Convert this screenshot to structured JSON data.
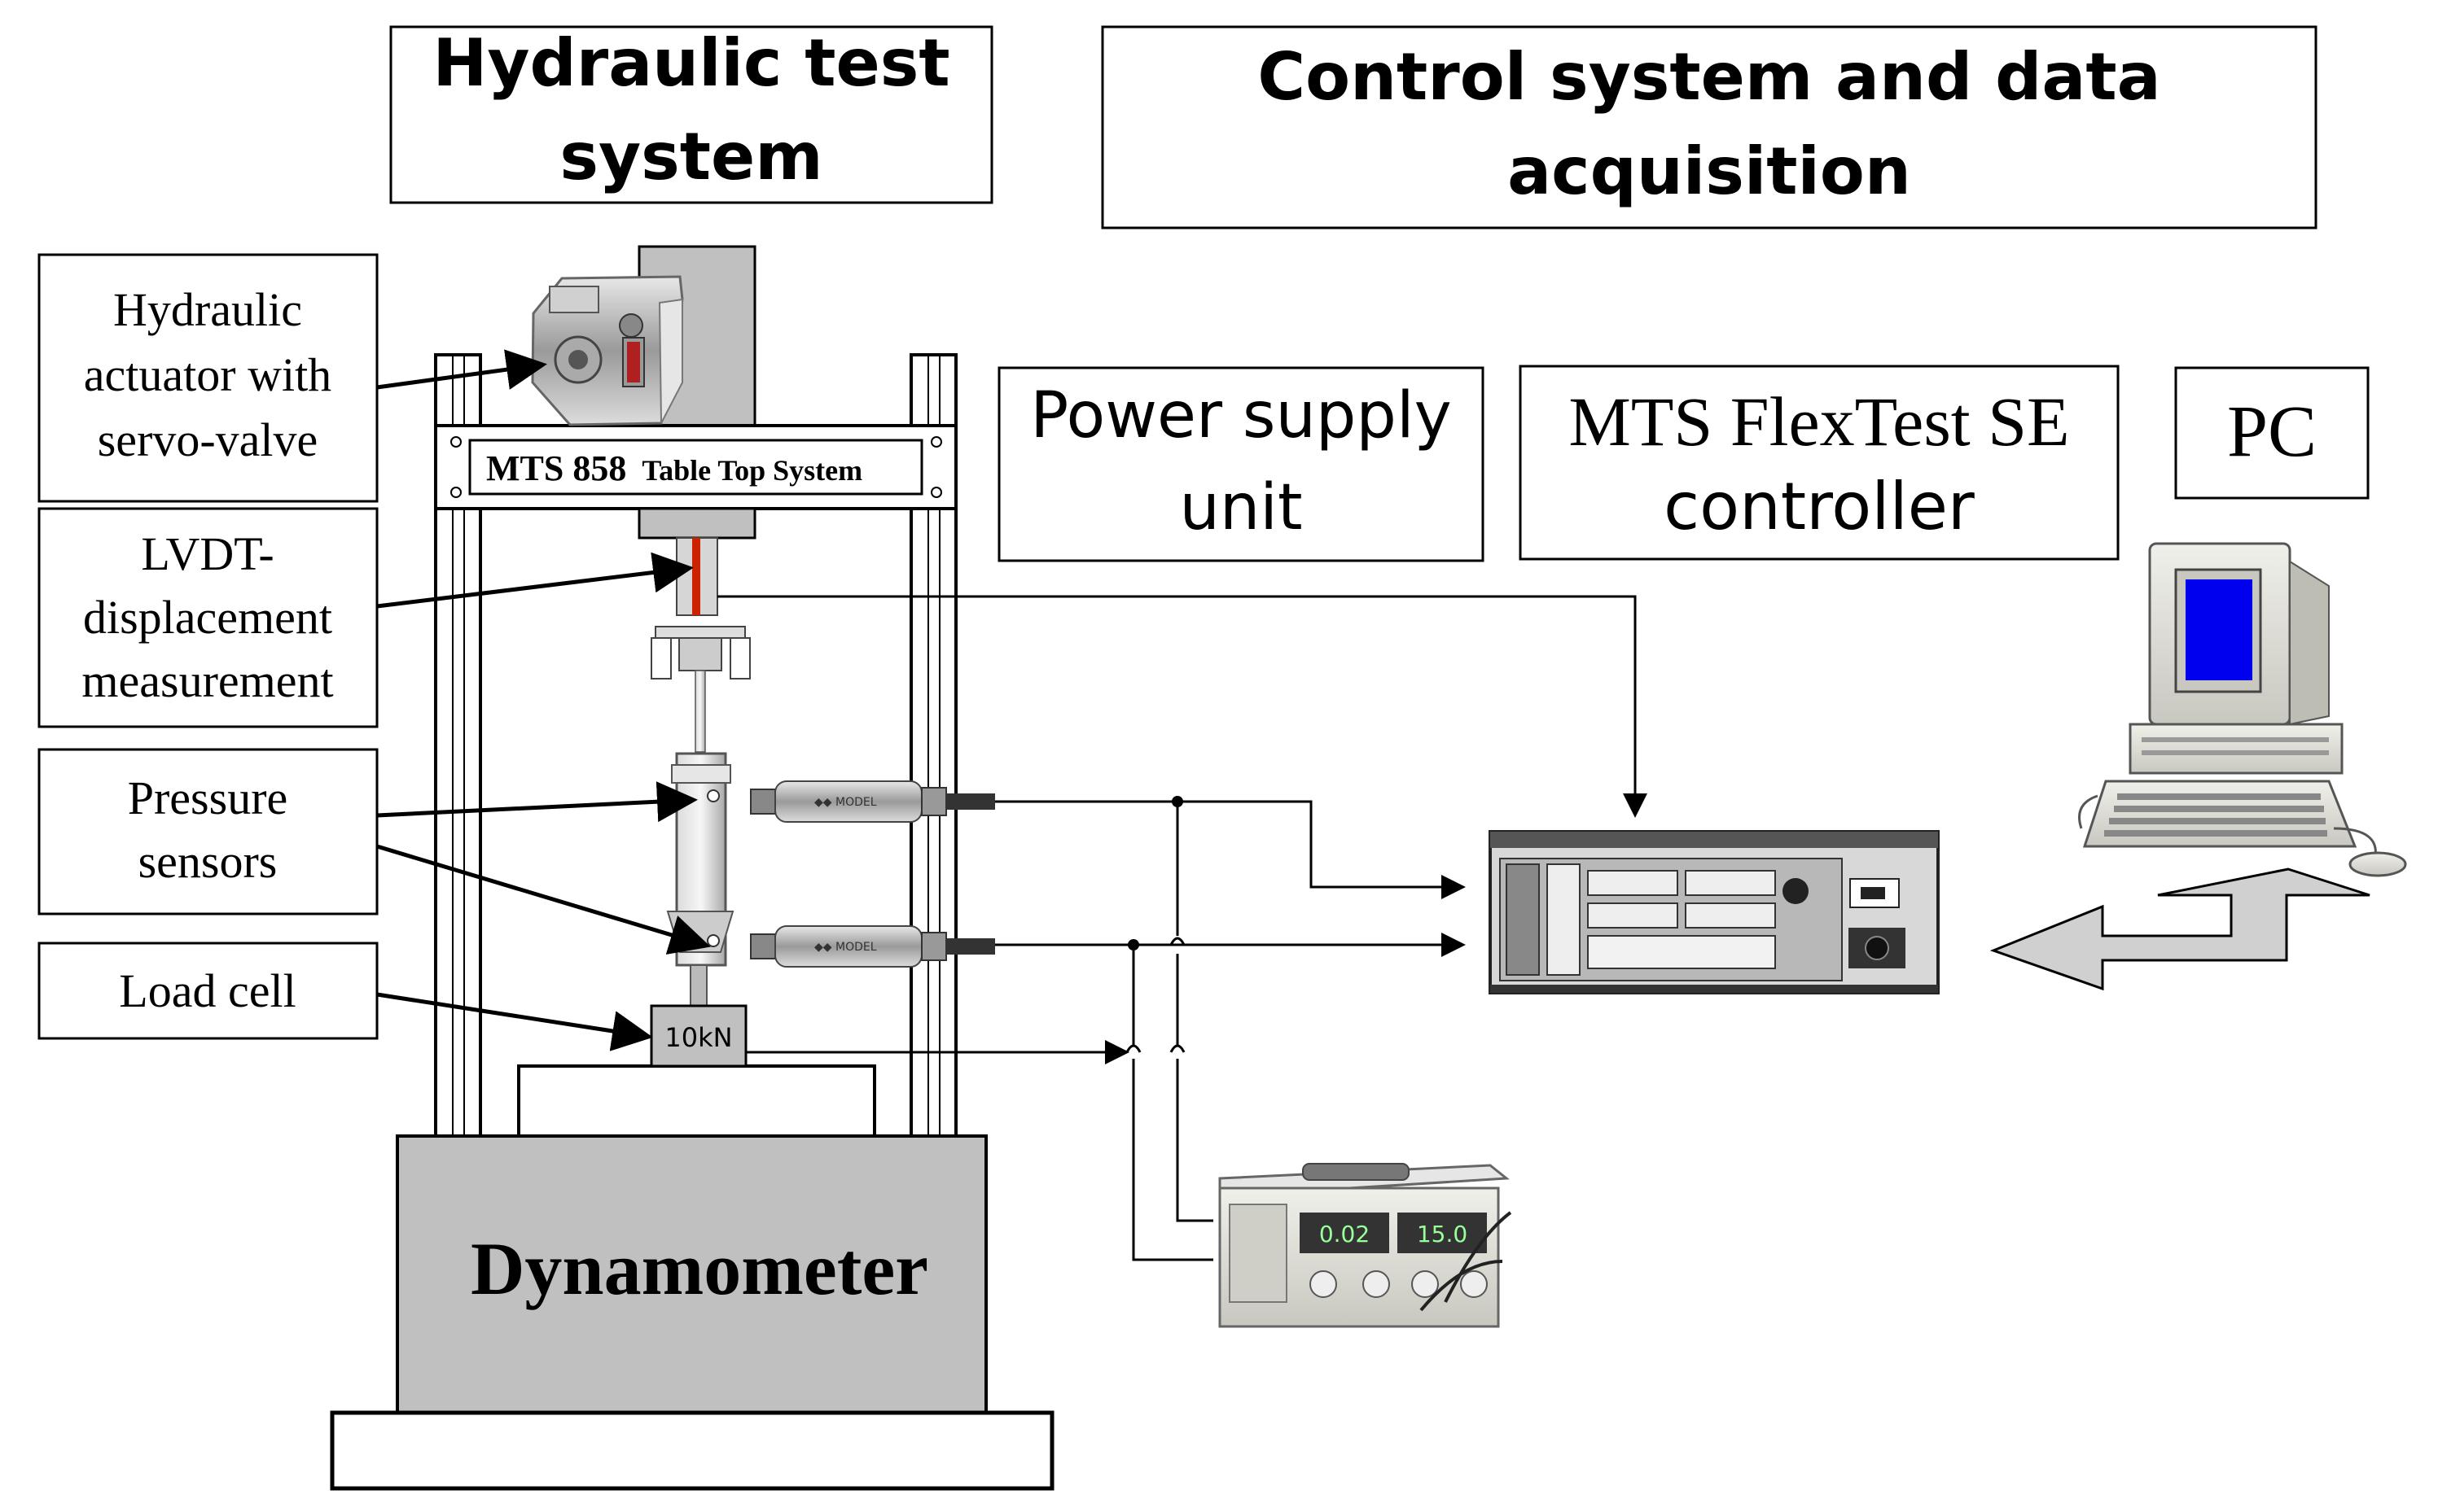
{
  "headings": {
    "hydraulic": [
      "Hydraulic test",
      "system"
    ],
    "control": [
      "Control system and data",
      "acquisition"
    ]
  },
  "callouts": {
    "actuator": [
      "Hydraulic",
      "actuator with",
      "servo-valve"
    ],
    "lvdt": [
      "LVDT-",
      "displacement",
      "measurement"
    ],
    "pressure": [
      "Pressure",
      "sensors"
    ],
    "loadcell": [
      "Load cell"
    ]
  },
  "equipment": {
    "power_supply": [
      "Power supply",
      "unit"
    ],
    "controller": [
      "MTS FlexTest SE",
      "controller"
    ],
    "pc": "PC"
  },
  "frame": {
    "plate_big": "MTS 858",
    "plate_small": "Table Top System"
  },
  "load_cell_label": "10kN",
  "dynamometer_label": "Dynamometer",
  "colors": {
    "line": "#000000",
    "gray_fill": "#c0c0c0",
    "monitor_screen": "#0000ee",
    "lvdt_red": "#cc2200"
  },
  "icons": {
    "actuator": "hydraulic-actuator-photo-icon",
    "sensor": "pressure-transducer-icon",
    "controller": "controller-rack-icon",
    "pc": "desktop-computer-icon",
    "power_supply": "bench-power-supply-icon"
  }
}
